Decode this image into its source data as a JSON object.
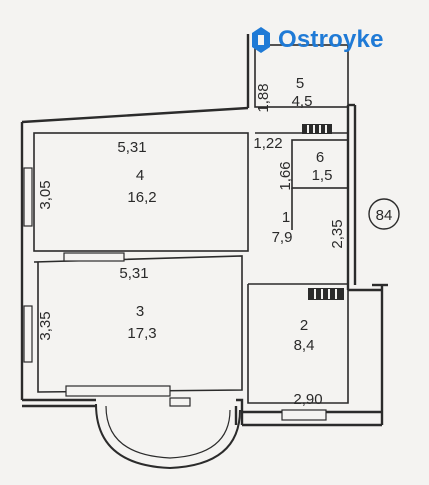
{
  "brand": {
    "name": "Ostroyke",
    "color": "#1f7ad6"
  },
  "apartment_number": "84",
  "rooms": [
    {
      "id": "1",
      "area": "7,9"
    },
    {
      "id": "2",
      "area": "8,4"
    },
    {
      "id": "3",
      "area": "17,3"
    },
    {
      "id": "4",
      "area": "16,2"
    },
    {
      "id": "5",
      "area": "4,5"
    },
    {
      "id": "6",
      "area": "1,5"
    }
  ],
  "dimensions": {
    "room4_width": "5,31",
    "room4_height": "3,05",
    "room3_width": "5,31",
    "room3_height": "3,35",
    "room5_height": "1,88",
    "corridor_top": "1,22",
    "room6_height": "1,66",
    "corridor_side": "2,35",
    "room2_width": "2,90"
  },
  "colors": {
    "line": "#2b2b2b",
    "paper": "#f4f3f1"
  }
}
